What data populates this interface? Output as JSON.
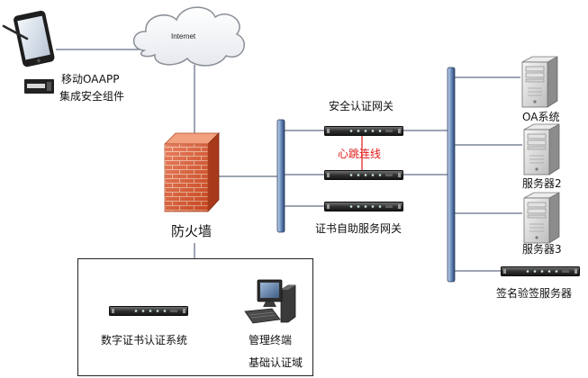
{
  "cloud": {
    "label": "Internet"
  },
  "mobile": {
    "label_line1": "移动OAAPP",
    "label_line2": "集成安全组件"
  },
  "firewall": {
    "label": "防火墙"
  },
  "gateways": {
    "title": "安全认证网关",
    "heartbeat": "心跳连线",
    "self_service": "证书自助服务网关"
  },
  "servers": [
    {
      "label": "OA系统"
    },
    {
      "label": "服务器2"
    },
    {
      "label": "服务器3"
    },
    {
      "label": "签名验签服务器"
    }
  ],
  "domain_box": {
    "ca_label": "数字证书认证系统",
    "terminal_label": "管理终端",
    "domain_label": "基础认证域"
  },
  "colors": {
    "wire": "#3d4a66",
    "heartbeat": "#e01818",
    "firewall_brick": "#e0552a",
    "bus": "#5b7fb0"
  }
}
